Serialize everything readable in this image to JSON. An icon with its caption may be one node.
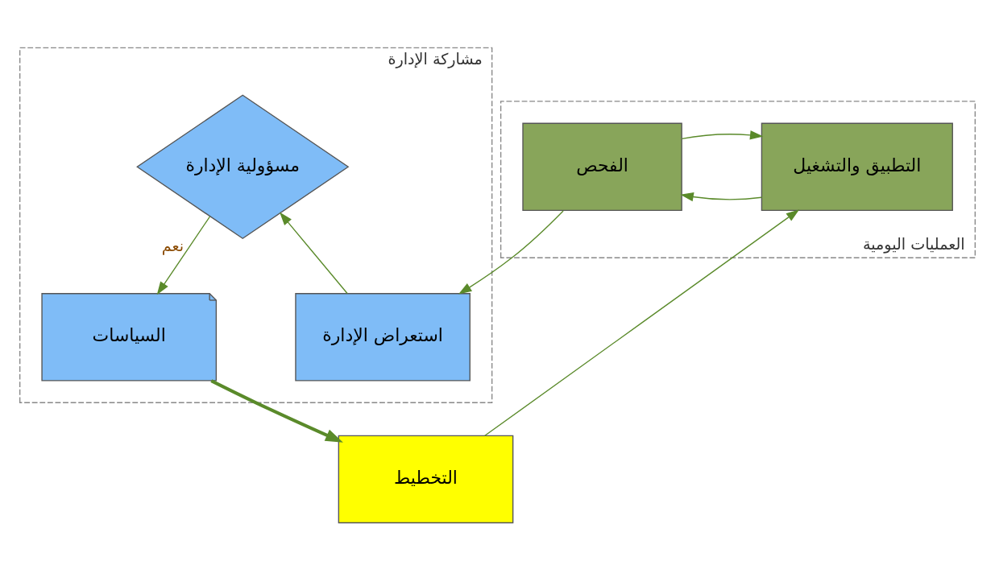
{
  "diagram": {
    "nodes": [
      {
        "text": [
          "مشاركة الإدارة"
        ]
      },
      {
        "text": [
          "مسؤولية الإدارة"
        ],
        "in": 0
      },
      {
        "text": [
          "السياسات"
        ],
        "in": 0
      },
      {
        "text": [
          "استعراض الإدارة"
        ],
        "in": 0
      },
      {
        "text": [
          "التخطيط"
        ]
      },
      {
        "text": [
          "العمليات اليومية"
        ]
      },
      {
        "text": [
          "التطبيق والتشغيل"
        ],
        "in": 5
      },
      {
        "text": [
          "الفحص"
        ],
        "in": 5
      }
    ],
    "edges": [
      {
        "from": 1,
        "to": 2,
        "arrow": "to",
        "label": "نعم"
      },
      {
        "from": 3,
        "to": 1,
        "arrow": "to"
      },
      {
        "from": 2,
        "to": 4,
        "arrow": "to",
        "style": "thick"
      },
      {
        "from": 4,
        "to": 6,
        "arrow": "to"
      },
      {
        "from": 6,
        "to": 7,
        "arrow": "to"
      },
      {
        "from": 7,
        "to": 6,
        "arrow": "to"
      },
      {
        "from": 7,
        "to": 3,
        "arrow": "to"
      }
    ]
  }
}
